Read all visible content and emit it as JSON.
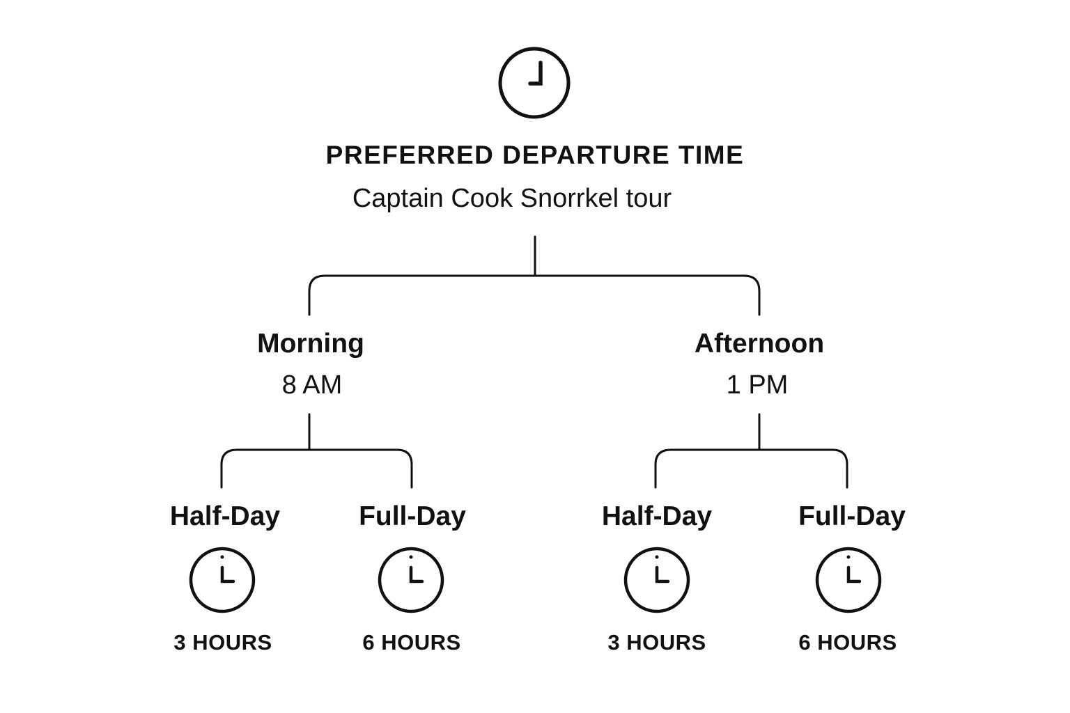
{
  "root": {
    "icon": "clock-icon",
    "title": "PREFERRED DEPARTURE TIME",
    "subtitle": "Captain Cook Snorrkel tour"
  },
  "branches": [
    {
      "label": "Morning",
      "time": "8 AM",
      "options": [
        {
          "label": "Half-Day",
          "icon": "clock-icon",
          "duration": "3 HOURS"
        },
        {
          "label": "Full-Day",
          "icon": "clock-icon",
          "duration": "6 HOURS"
        }
      ]
    },
    {
      "label": "Afternoon",
      "time": "1 PM",
      "options": [
        {
          "label": "Half-Day",
          "icon": "clock-icon",
          "duration": "3 HOURS"
        },
        {
          "label": "Full-Day",
          "icon": "clock-icon",
          "duration": "6 HOURS"
        }
      ]
    }
  ],
  "colors": {
    "line": "#111111",
    "text": "#111111",
    "background": "#ffffff"
  }
}
